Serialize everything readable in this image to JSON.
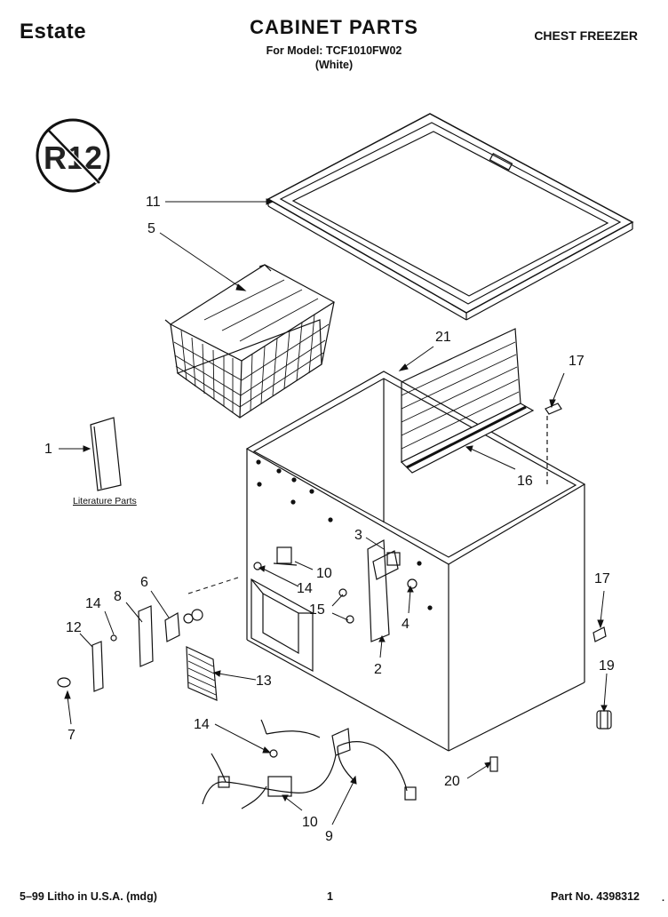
{
  "header": {
    "brand": "Estate",
    "title": "CABINET PARTS",
    "model_line": "For Model: TCF1010FW02",
    "color_line": "(White)",
    "product": "CHEST FREEZER"
  },
  "footer": {
    "left": "5–99 Litho in U.S.A. (mdg)",
    "page": "1",
    "part_no": "Part No. 4398312",
    "dot": "."
  },
  "badge": {
    "text": "R12",
    "icon": "no-r12-badge"
  },
  "literature_label": "Literature Parts",
  "callouts": {
    "c11": "11",
    "c5": "5",
    "c21": "21",
    "c17a": "17",
    "c16": "16",
    "c1": "1",
    "c3": "3",
    "c10a": "10",
    "c14a": "14",
    "c15": "15",
    "c4": "4",
    "c2": "2",
    "c6": "6",
    "c8": "8",
    "c14b": "14",
    "c12": "12",
    "c7": "7",
    "c13": "13",
    "c17b": "17",
    "c19": "19",
    "c14c": "14",
    "c20": "20",
    "c10b": "10",
    "c9": "9"
  }
}
